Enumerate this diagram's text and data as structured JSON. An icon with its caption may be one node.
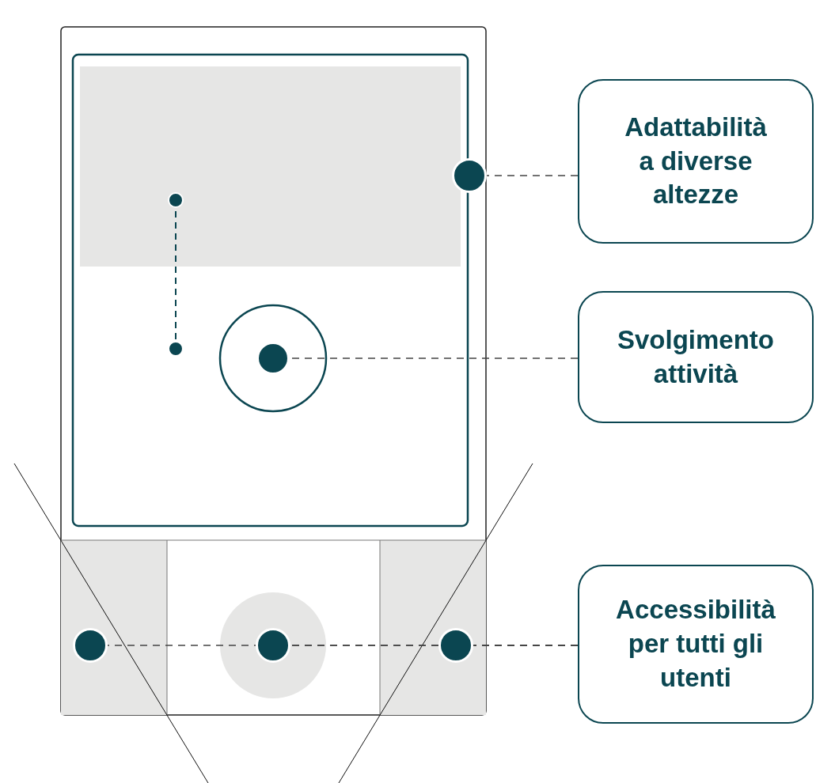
{
  "diagram": {
    "nodes": [
      {
        "text": [],
        "shape": "circle"
      },
      {
        "text": [
          "Adattabilità a diverse altezze"
        ]
      },
      {
        "text": [],
        "shape": "circle"
      },
      {
        "text": [
          "Svolgimento attività"
        ]
      },
      {
        "text": [],
        "shape": "circle"
      },
      {
        "text": [],
        "shape": "circle"
      },
      {
        "text": [],
        "shape": "circle"
      },
      {
        "text": [
          "Accessibilità per tutti gli utenti"
        ]
      }
    ],
    "edges": [
      {
        "from": 1,
        "to": 0,
        "arrow": "none",
        "style": "dashed"
      },
      {
        "from": 3,
        "to": 2,
        "arrow": "none",
        "style": "dashed"
      },
      {
        "from": 7,
        "to": 6,
        "arrow": "none",
        "style": "dashed"
      },
      {
        "from": 7,
        "to": 5,
        "arrow": "none",
        "style": "dashed"
      },
      {
        "from": 7,
        "to": 4,
        "arrow": "none",
        "style": "dashed"
      }
    ]
  }
}
